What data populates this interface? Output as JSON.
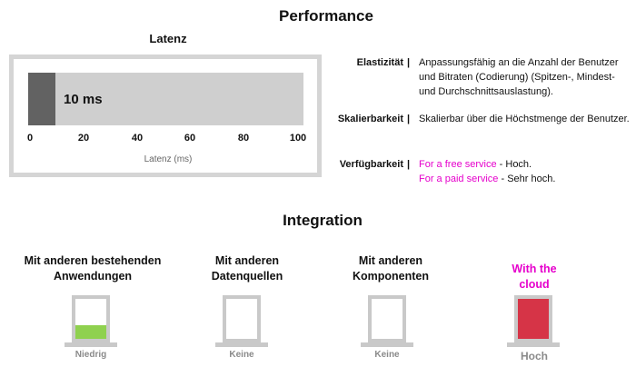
{
  "performance": {
    "title": "Performance",
    "latency": {
      "title": "Latenz",
      "value": 10,
      "value_label": "10 ms",
      "axis_ticks": [
        "0",
        "20",
        "40",
        "60",
        "80",
        "100"
      ],
      "axis_label": "Latenz (ms)",
      "xlim": [
        0,
        100
      ],
      "colors": {
        "fill": "#626262",
        "track": "#cfcfcf",
        "frame": "#d5d5d5"
      }
    },
    "properties": [
      {
        "label": "Elastizität",
        "separator": "|",
        "text": "Anpassungsfähig an die Anzahl der Benutzer und Bitraten (Codierung) (Spitzen-, Mindest- und Durchschnittsauslastung)."
      },
      {
        "label": "Skalierbarkeit",
        "separator": "|",
        "text": "Skalierbar über die Höchstmenge der Benutzer."
      },
      {
        "label": "Verfügbarkeit",
        "separator": "|",
        "lines": [
          {
            "link": "For a free service",
            "rest": " - Hoch."
          },
          {
            "link": "For a paid service",
            "rest": " - Sehr hoch."
          }
        ]
      }
    ],
    "link_color": "#e600cc"
  },
  "chart_data": {
    "type": "bar",
    "title": "Latenz",
    "categories": [
      ""
    ],
    "values": [
      10
    ],
    "data_labels": [
      "10 ms"
    ],
    "xlabel": "Latenz (ms)",
    "xlim": [
      0,
      100
    ],
    "ticks": [
      0,
      20,
      40,
      60,
      80,
      100
    ],
    "orientation": "horizontal"
  },
  "integration": {
    "title": "Integration",
    "items": [
      {
        "label_lines": [
          "Mit anderen bestehenden",
          "Anwendungen"
        ],
        "level": "Niedrig",
        "fill_fraction": 0.35,
        "fill_color": "#8fd14f",
        "highlight": false
      },
      {
        "label_lines": [
          "Mit anderen",
          "Datenquellen"
        ],
        "level": "Keine",
        "fill_fraction": 0,
        "fill_color": "#ffffff",
        "highlight": false
      },
      {
        "label_lines": [
          "Mit anderen",
          "Komponenten"
        ],
        "level": "Keine",
        "fill_fraction": 0,
        "fill_color": "#ffffff",
        "highlight": false
      },
      {
        "label_lines": [
          "With the",
          "cloud"
        ],
        "level": "Hoch",
        "fill_fraction": 1,
        "fill_color": "#d63447",
        "highlight": true
      }
    ]
  }
}
